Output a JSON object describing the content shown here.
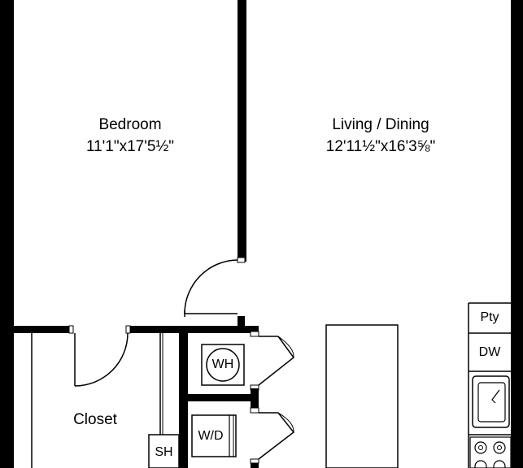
{
  "rooms": {
    "bedroom": {
      "name": "Bedroom",
      "dimensions": "11'1\"x17'5½\""
    },
    "living": {
      "name": "Living / Dining",
      "dimensions": "12'11½\"x16'3⅝\""
    },
    "closet": {
      "name": "Closet"
    }
  },
  "fixtures": {
    "water_heater": "WH",
    "washer_dryer": "W/D",
    "shelf": "SH",
    "pantry": "Pty",
    "dishwasher": "DW"
  },
  "colors": {
    "wall": "#000000",
    "line": "#000000",
    "background": "#ffffff"
  }
}
